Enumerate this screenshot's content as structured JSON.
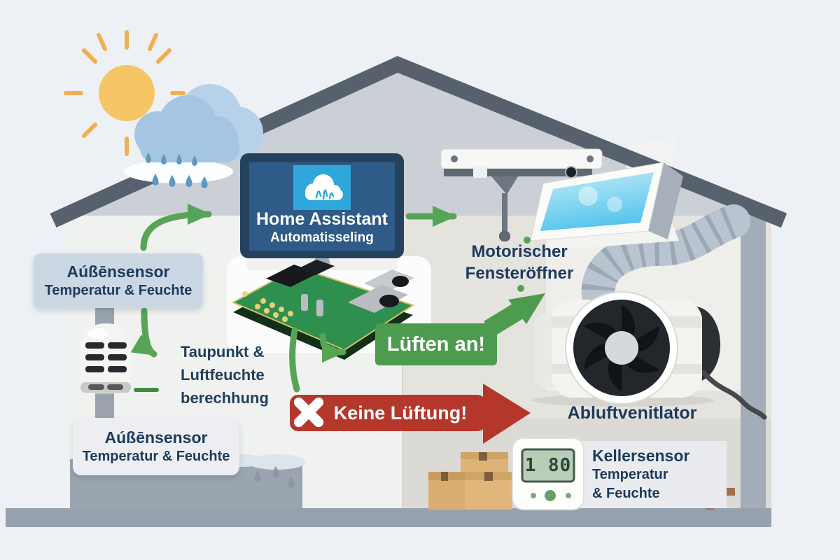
{
  "monitor": {
    "title": "Home Assistant",
    "subtitle": "Automatisseling"
  },
  "labels": {
    "outdoor_sensor_top": {
      "title": "Aúßēnsensor",
      "subtitle": "Temperatur & Feuchte"
    },
    "outdoor_sensor_bottom": {
      "title": "Aúßēnsensor",
      "subtitle": "Temperatur & Feuchte"
    },
    "dewpoint": {
      "line1": "Taupunkt &",
      "line2": "Luftfeuchte",
      "line3": "berechhung"
    },
    "window_opener": {
      "line1": "Motorischer",
      "line2": "Fensteröffner"
    },
    "ventilation_on": "Lüften an!",
    "no_ventilation": "Keine Lüftung!",
    "exhaust_fan": "Abluftvenitlator",
    "cellar_sensor": {
      "line1": "Kellersensor",
      "line2": "Temperatur",
      "line3": "& Feuchte"
    },
    "cellar_display_value": "1 80"
  },
  "colors": {
    "accent_green": "#58a457",
    "badge_green": "#4d9b4f",
    "alert_red": "#b5372b",
    "navy_text": "#1d3a5e",
    "monitor_bezel": "#24415e",
    "screen_blue": "#2e5b88",
    "logo_blue": "#2fa7db",
    "lcd_green": "#bacdb6",
    "roof_gray": "#57616d"
  }
}
